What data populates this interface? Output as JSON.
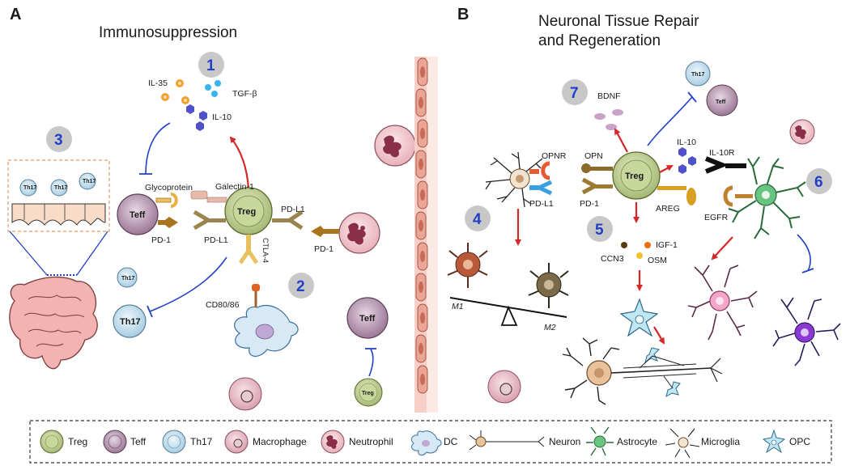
{
  "panel_a": {
    "letter": "A",
    "title": "Immunosuppression",
    "step_numbers": [
      "1",
      "2",
      "3"
    ],
    "cytokines": {
      "il35": "IL-35",
      "tgfb": "TGF-β",
      "il10": "IL-10"
    },
    "receptors": {
      "glycoprotein": "Glycoprotein",
      "galectin1": "Galectin-1",
      "pd1_left": "PD-1",
      "pdl1_left": "PD-L1",
      "pdl1_right": "PD-L1",
      "ctla4": "CTLA-4",
      "cd80": "CD80/86",
      "pd1_neutrophil": "PD-1"
    },
    "cells": {
      "treg": "Treg",
      "teff": "Teff",
      "teff_right": "Teff",
      "th17": "Th17",
      "th17_small": "Th17",
      "treg_small": "Treg",
      "intestine_th17": [
        "Th17",
        "Th17",
        "Th17"
      ]
    }
  },
  "panel_b": {
    "letter": "B",
    "title_line1": "Neuronal Tissue Repair",
    "title_line2": "and Regeneration",
    "step_numbers": [
      "4",
      "5",
      "6",
      "7"
    ],
    "factors": {
      "bdnf": "BDNF",
      "opnr": "OPNR",
      "pdl1": "PD-L1",
      "opn": "OPN",
      "pd1": "PD-1",
      "il10": "IL-10",
      "il10r": "IL-10R",
      "areg": "AREG",
      "egfr": "EGFR",
      "igf1": "IGF-1",
      "ccn3": "CCN3",
      "osm": "OSM"
    },
    "balance": {
      "m1": "M1",
      "m2": "M2"
    },
    "cells": {
      "treg": "Treg",
      "th17": "Th17",
      "teff": "Teff"
    }
  },
  "legend": [
    {
      "label": "Treg",
      "icon": "treg-icon"
    },
    {
      "label": "Teff",
      "icon": "teff-icon"
    },
    {
      "label": "Th17",
      "icon": "th17-icon"
    },
    {
      "label": "Macrophage",
      "icon": "macrophage-icon"
    },
    {
      "label": "Neutrophil",
      "icon": "neutrophil-icon"
    },
    {
      "label": "DC",
      "icon": "dc-icon"
    },
    {
      "label": "Neuron",
      "icon": "neuron-icon"
    },
    {
      "label": "Astrocyte",
      "icon": "astrocyte-icon"
    },
    {
      "label": "Microglia",
      "icon": "microglia-icon"
    },
    {
      "label": "OPC",
      "icon": "opc-icon"
    }
  ],
  "colors": {
    "treg": "#b9c98a",
    "teff": "#a987a2",
    "th17": "#b8d8ea",
    "macrophage": "#e9b9c4",
    "neutrophil": "#f0c6cc",
    "neuron": "#e7c29a",
    "astrocyte": "#5db874",
    "microglia": "#b0835a",
    "opc": "#bfe6f1",
    "vessel": "#e9a596",
    "arrow_red": "#d7262a",
    "inhibit_blue": "#2140c6",
    "number_badge": "#c8c8c8"
  }
}
